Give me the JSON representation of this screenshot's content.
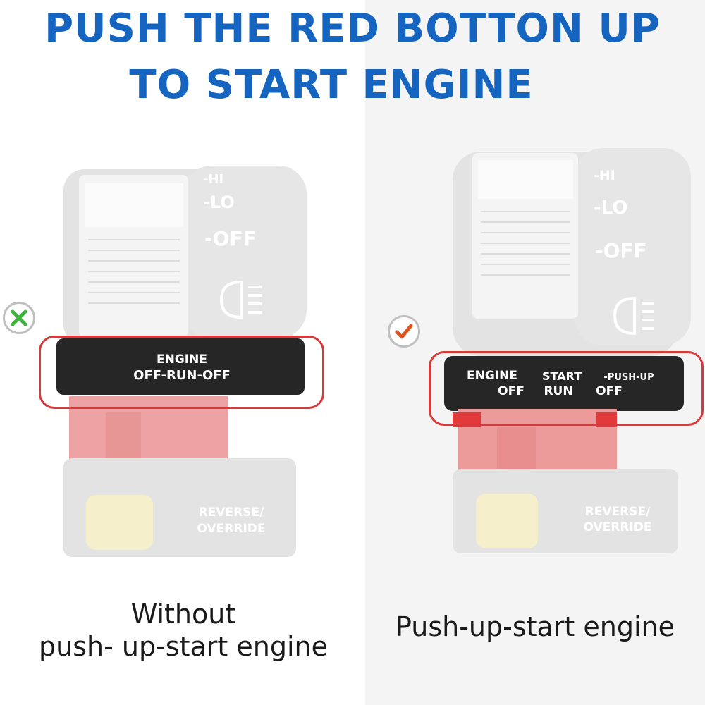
{
  "headline": {
    "line1": "PUSH THE RED BOTTON UP",
    "line2": "TO START ENGINE",
    "color": "#1565c0"
  },
  "left_switch": {
    "mark": "cross-icon",
    "mark_color": "#3cb43c",
    "light_labels": [
      "-HI",
      "-LO",
      "-OFF"
    ],
    "headlight_icon": "headlight-icon",
    "engine_line1": "ENGINE",
    "engine_line2": "OFF-RUN-OFF",
    "reverse_line1": "REVERSE/",
    "reverse_line2": "OVERRIDE",
    "caption_line1": "Without",
    "caption_line2": "push- up-start engine"
  },
  "right_switch": {
    "mark": "checkmark-icon",
    "mark_color": "#e0541e",
    "light_labels": [
      "-HI",
      "-LO",
      "-OFF"
    ],
    "headlight_icon": "headlight-icon",
    "engine_label": "ENGINE",
    "start_label": "START",
    "push_up_label": "-PUSH-UP",
    "off1_label": "OFF",
    "run_label": "RUN",
    "off2_label": "OFF",
    "reverse_line1": "REVERSE/",
    "reverse_line2": "OVERRIDE",
    "caption": "Push-up-start engine"
  },
  "highlight_color": "#d63a3a"
}
